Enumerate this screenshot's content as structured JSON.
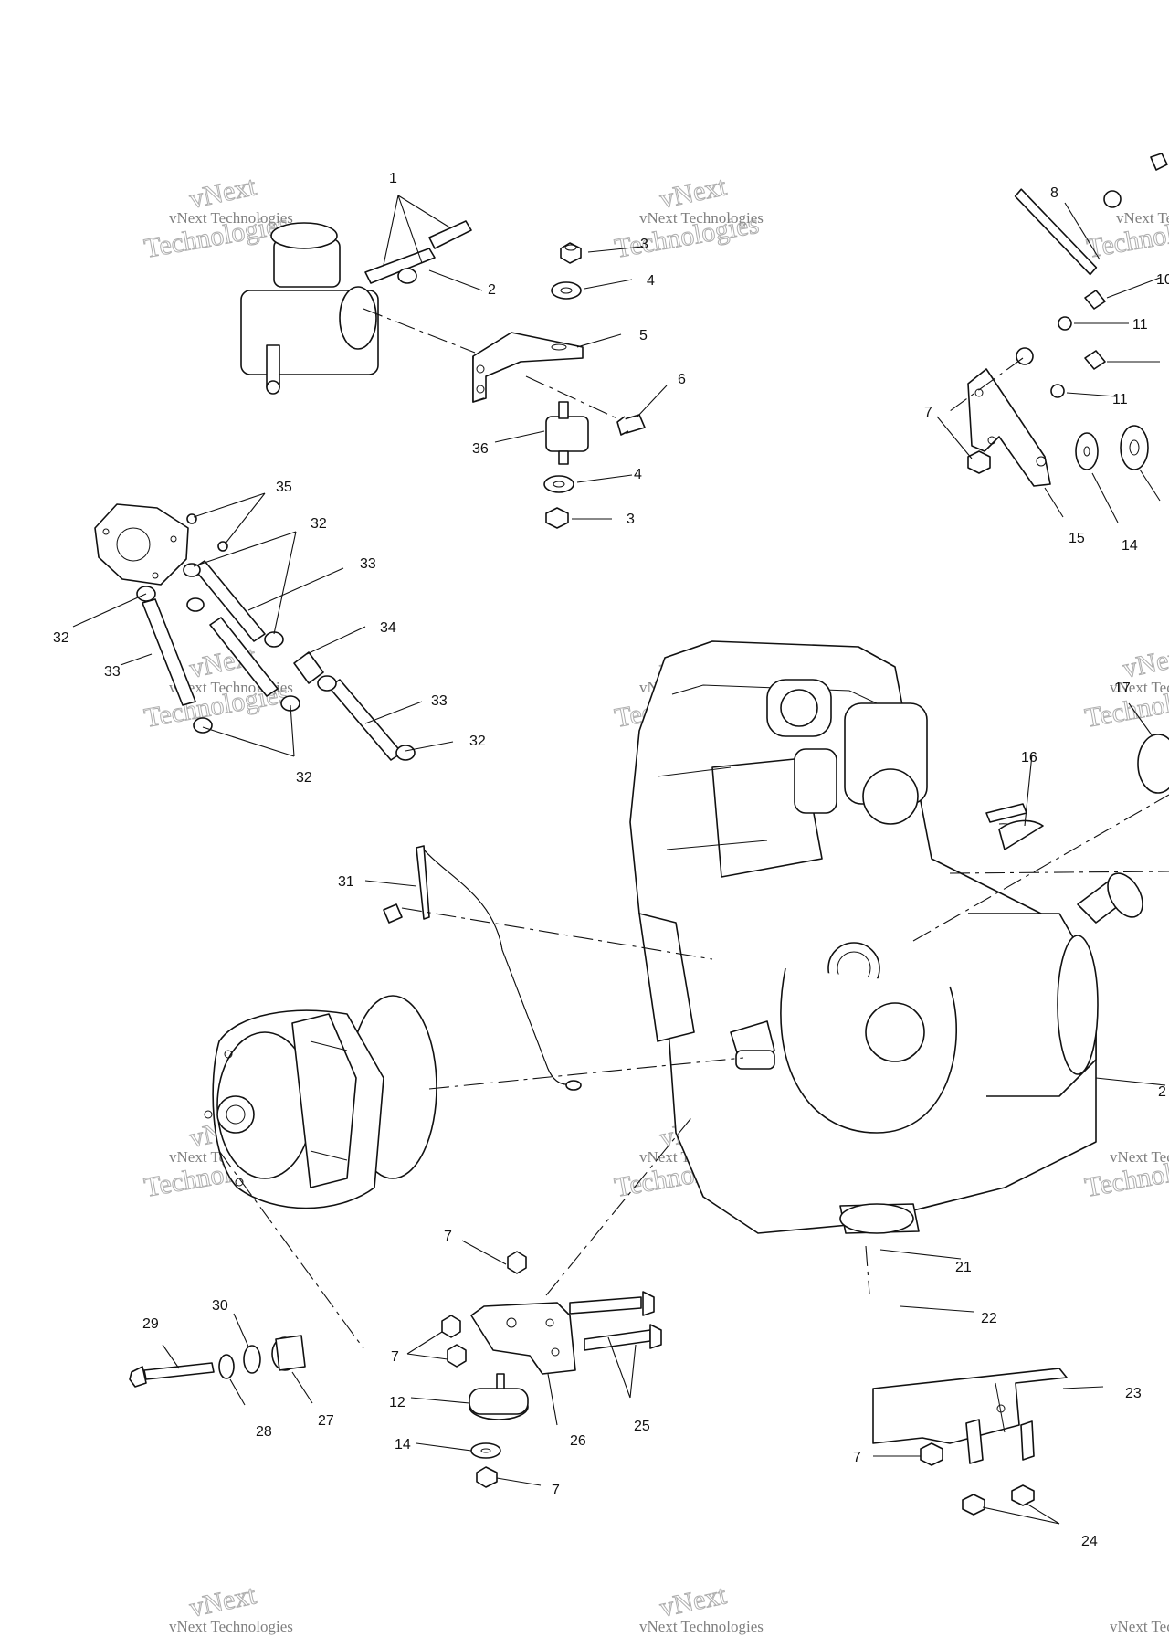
{
  "watermark": {
    "line1": "vNext Technologies",
    "line2": "vNext",
    "line3": "Technologies"
  },
  "callouts": {
    "c1": "1",
    "c2": "2",
    "c3a": "3",
    "c4a": "4",
    "c5": "5",
    "c6": "6",
    "c36": "36",
    "c4b": "4",
    "c3b": "3",
    "c8": "8",
    "c10": "10",
    "c11a": "11",
    "c11b": "11",
    "c7r": "7",
    "c15": "15",
    "c14a": "14",
    "c35": "35",
    "c32a": "32",
    "c33a": "33",
    "c32b": "32",
    "c33b": "33",
    "c34": "34",
    "c33c": "33",
    "c32c": "32",
    "c32d": "32",
    "c16": "16",
    "c17": "17",
    "c31": "31",
    "c2r": "2",
    "c7a": "7",
    "c7b": "7",
    "c21": "21",
    "c22": "22",
    "c29": "29",
    "c30": "30",
    "c28": "28",
    "c27": "27",
    "c12": "12",
    "c26": "26",
    "c25": "25",
    "c14b": "14",
    "c7c": "7",
    "c23": "23",
    "c7d": "7",
    "c24": "24"
  }
}
